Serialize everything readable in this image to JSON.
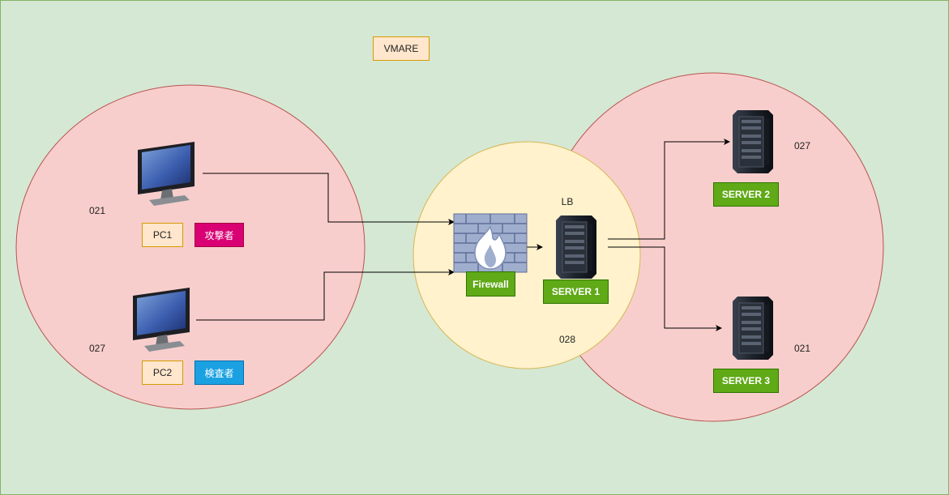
{
  "title": "VMARE",
  "zones": {
    "left": {
      "pc1": {
        "label": "PC1",
        "role": "攻撃者",
        "code": "021"
      },
      "pc2": {
        "label": "PC2",
        "role": "検査者",
        "code": "027"
      }
    },
    "middle": {
      "firewall": {
        "label": "Firewall"
      },
      "lb": {
        "caption": "LB",
        "label": "SERVER 1"
      },
      "code": "028"
    },
    "right": {
      "server2": {
        "label": "SERVER 2",
        "code": "027"
      },
      "server3": {
        "label": "SERVER 3",
        "code": "021"
      }
    }
  },
  "colors": {
    "background": "#d5e8d4",
    "zone_red": "#f8cecc",
    "zone_yellow": "#fff2cc",
    "node_green": "#60a917",
    "attacker_magenta": "#d80073",
    "inspector_blue": "#1ba1e2",
    "label_orange": "#ffe6cc"
  },
  "icons": {
    "pc": "monitor-icon",
    "firewall": "firewall-icon",
    "server": "server-rack-icon"
  }
}
